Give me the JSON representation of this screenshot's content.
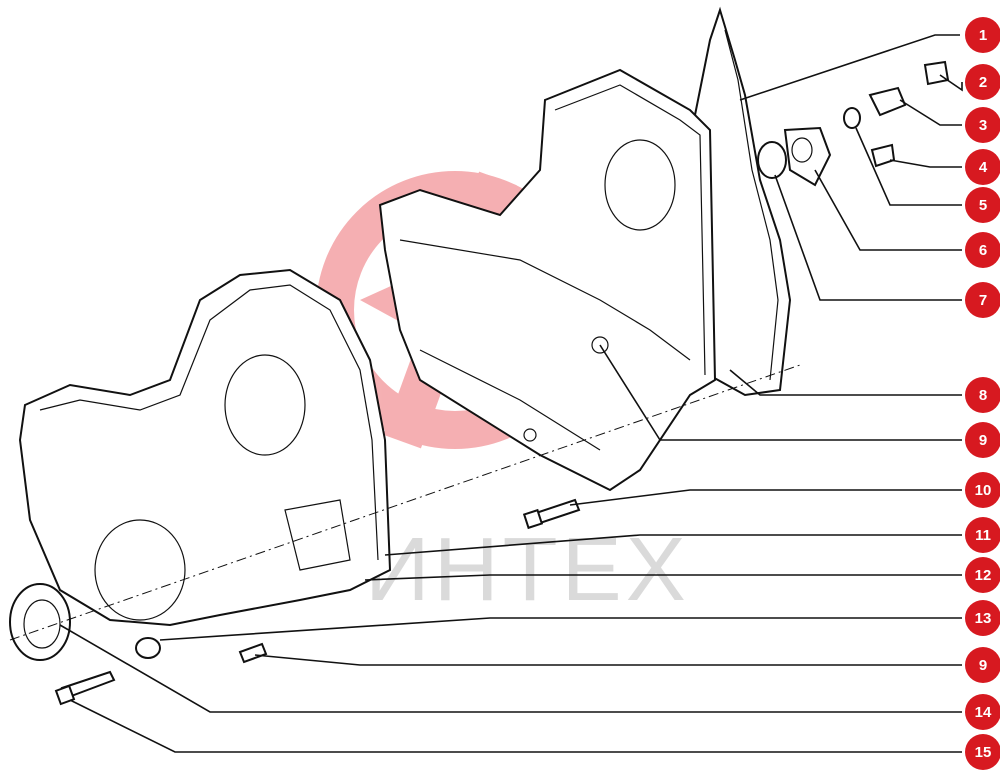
{
  "watermark": {
    "text": "ИНТЕХ",
    "color": "#bdbdbd",
    "logo_color": "#e31e24"
  },
  "badge_color": "#d71920",
  "callouts": [
    "1",
    "2",
    "3",
    "4",
    "5",
    "6",
    "7",
    "8",
    "9",
    "10",
    "11",
    "12",
    "13",
    "9",
    "14",
    "15"
  ]
}
